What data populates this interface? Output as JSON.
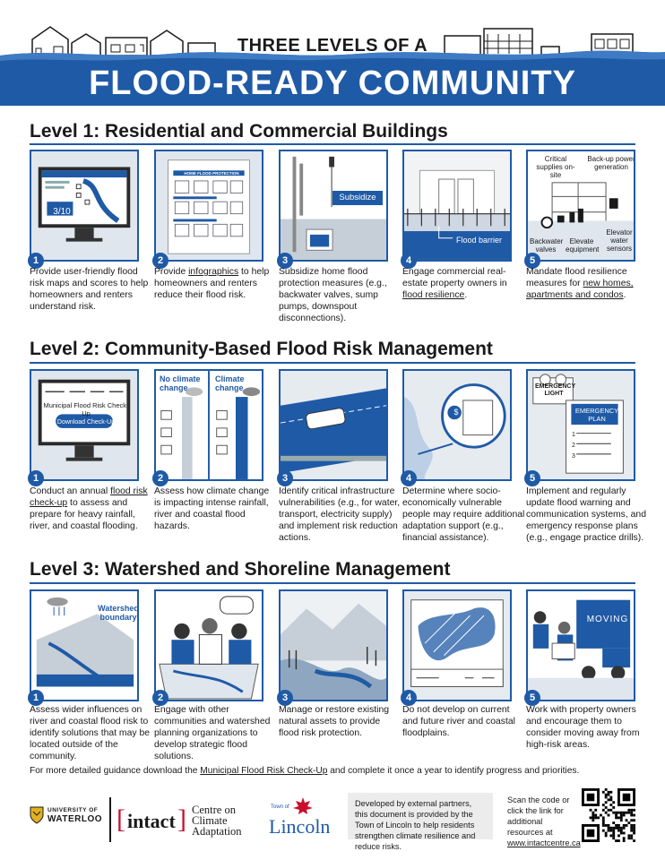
{
  "header": {
    "title_top": "THREE LEVELS OF A",
    "title_main": "FLOOD-READY COMMUNITY"
  },
  "colors": {
    "brand_blue": "#1f5aa6",
    "panel_gray": "#dfe6ee",
    "text": "#1a1a1a"
  },
  "levels": [
    {
      "title": "Level 1: Residential and Commercial Buildings",
      "cards": [
        {
          "num": "1",
          "text_html": "Provide user-friendly flood risk maps and scores to help homeowners and renters understand risk.",
          "labels": {
            "score": "3/10"
          }
        },
        {
          "num": "2",
          "text_pre": "Provide ",
          "link": "infographics",
          "text_post": " to help homeowners and renters reduce their flood risk.",
          "labels": {
            "doc_head": "HOME FLOOD PROTECTION"
          }
        },
        {
          "num": "3",
          "text_html": "Subsidize home flood protection measures (e.g., backwater valves, sump pumps, downspout disconnections).",
          "labels": {
            "tag": "Subsidize"
          }
        },
        {
          "num": "4",
          "text_pre": "Engage commercial real-estate property owners in ",
          "link": "flood resilience",
          "text_post": ".",
          "labels": {
            "barrier": "Flood barrier"
          }
        },
        {
          "num": "5",
          "text_pre": "Mandate flood resilience measures for ",
          "link": "new homes, apartments and condos",
          "text_post": ".",
          "labels": {
            "critical": "Critical supplies on-site",
            "backup": "Back-up power generation",
            "backwater": "Backwater valves",
            "elevate": "Elevate equipment",
            "elevator": "Elevator water sensors"
          }
        }
      ]
    },
    {
      "title": "Level 2: Community-Based Flood Risk Management",
      "cards": [
        {
          "num": "1",
          "text_pre": "Conduct an annual ",
          "link": "flood risk check-up",
          "text_post": " to assess and prepare for heavy rainfall, river, and coastal flooding.",
          "labels": {
            "screen_title": "Municipal Flood Risk Check-Up",
            "button": "Download Check-Up"
          }
        },
        {
          "num": "2",
          "text_html": "Assess how climate change is impacting intense rainfall, river and coastal flood hazards.",
          "labels": {
            "left": "No climate change",
            "right": "Climate change"
          }
        },
        {
          "num": "3",
          "text_html": "Identify critical infrastructure vulnerabilities (e.g., for water, transport, electricity supply) and implement risk reduction actions."
        },
        {
          "num": "4",
          "text_html": "Determine where socio-economically vulnerable people may require additional adaptation support (e.g., financial assistance).",
          "labels": {
            "money": "$"
          }
        },
        {
          "num": "5",
          "text_html": "Implement and regularly update flood warning and communication systems, and emergency response plans (e.g., engage practice drills).",
          "labels": {
            "light": "EMERGENCY LIGHT",
            "plan": "EMERGENCY PLAN",
            "items": [
              "1",
              "2",
              "3"
            ]
          }
        }
      ]
    },
    {
      "title": "Level 3: Watershed and Shoreline Management",
      "cards": [
        {
          "num": "1",
          "text_html": "Assess wider influences on river and coastal flood risk to identify solutions that may be located outside of the community.",
          "labels": {
            "boundary": "Watershed boundary"
          }
        },
        {
          "num": "2",
          "text_html": "Engage with other communities and watershed planning organizations to develop strategic flood solutions."
        },
        {
          "num": "3",
          "text_html": "Manage or restore existing natural assets to provide flood risk protection."
        },
        {
          "num": "4",
          "text_html": "Do not develop on current and future river and coastal floodplains."
        },
        {
          "num": "5",
          "text_html": "Work with property owners and encourage them to consider moving away from high-risk areas.",
          "labels": {
            "truck": "MOVING"
          }
        }
      ]
    }
  ],
  "footer": {
    "guidance_pre": "For more detailed guidance download the ",
    "guidance_link": "Municipal Flood Risk Check-Up",
    "guidance_post": " and complete it once a year to identify progress and priorities.",
    "uw_line1": "UNIVERSITY OF",
    "uw_line2": "WATERLOO",
    "intact_word": "intact",
    "intact_centre": [
      "Centre on",
      "Climate",
      "Adaptation"
    ],
    "lincoln_town": "Town of",
    "lincoln": "Lincoln",
    "developed": "Developed by external partners, this document is provided by the Town of Lincoln to help residents strengthen climate resilience and reduce risks.",
    "scan_text": "Scan the code or click the link for additional resources at",
    "scan_link": "www.intactcentre.ca"
  }
}
